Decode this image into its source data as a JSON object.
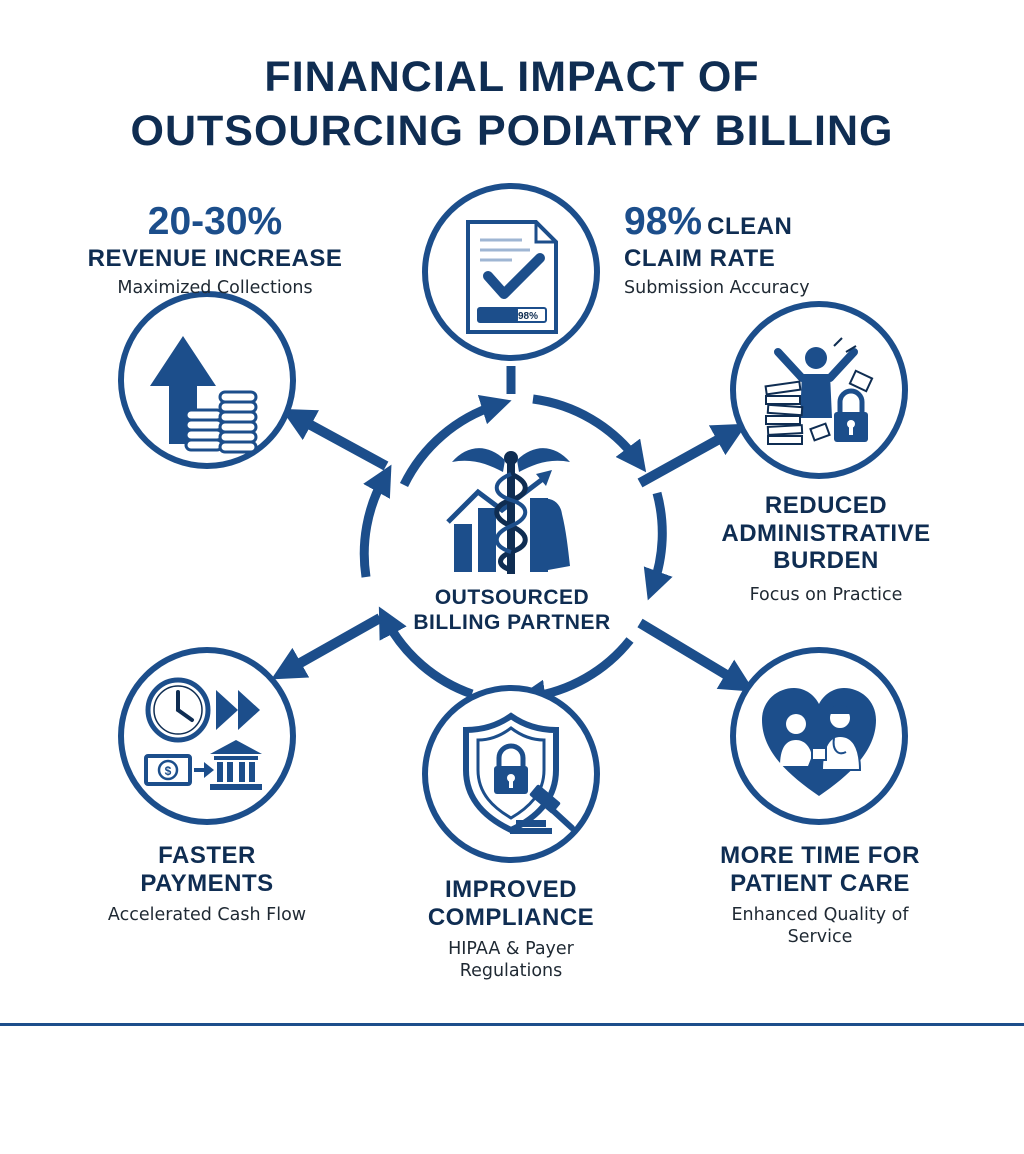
{
  "title": {
    "line1": "FINANCIAL IMPACT OF",
    "line2": "OUTSOURCING PODIATRY BILLING"
  },
  "center": {
    "line1": "OUTSOURCED",
    "line2": "BILLING PARTNER"
  },
  "nodes": {
    "revenue": {
      "stat": "20-30%",
      "heading": "REVENUE INCREASE",
      "sub": "Maximized Collections"
    },
    "clean_claim": {
      "stat": "98%",
      "stat_suffix": "CLEAN",
      "heading": "CLAIM RATE",
      "sub": "Submission Accuracy",
      "badge": "98%"
    },
    "admin": {
      "heading": [
        "REDUCED",
        "ADMINISTRATIVE",
        "BURDEN"
      ],
      "sub": "Focus on Practice"
    },
    "payments": {
      "heading": [
        "FASTER",
        "PAYMENTS"
      ],
      "sub": "Accelerated Cash Flow"
    },
    "compliance": {
      "heading": [
        "IMPROVED",
        "COMPLIANCE"
      ],
      "sub": [
        "HIPAA & Payer",
        "Regulations"
      ]
    },
    "patient": {
      "heading": [
        "MORE TIME FOR",
        "PATIENT CARE"
      ],
      "sub": [
        "Enhanced Quality of",
        "Service"
      ]
    }
  },
  "icons": {
    "center": "caduceus-chart-foot-icon",
    "revenue": "up-arrow-coins-icon",
    "clean_claim": "document-checkmark-icon",
    "admin": "person-paperwork-lock-icon",
    "payments": "clock-money-bank-icon",
    "compliance": "shield-lock-gavel-icon",
    "patient": "heart-doctor-patient-icon"
  },
  "colors": {
    "primary": "#1c4e8b",
    "dark": "#0f2d52",
    "background": "#ffffff"
  }
}
